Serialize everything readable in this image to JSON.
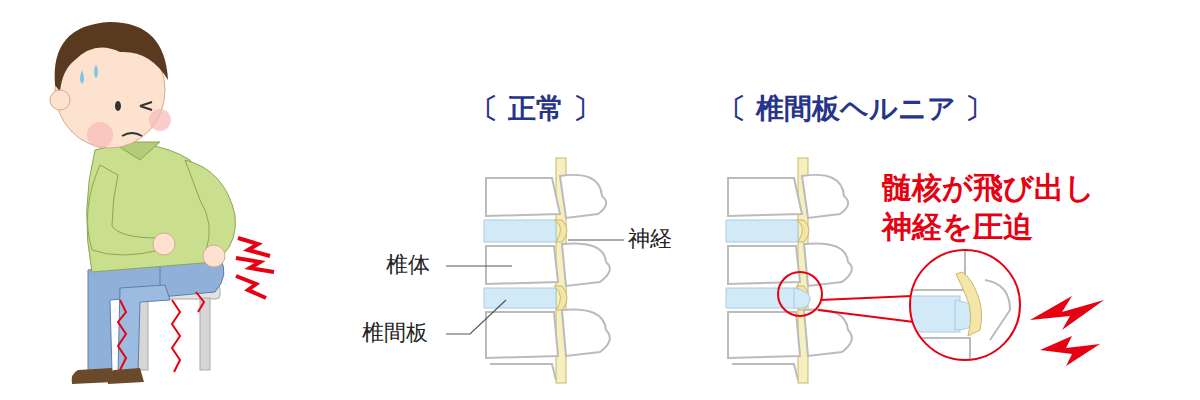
{
  "diagram": {
    "labels": [
      "〔 正常 〕",
      "〔 椎間板ヘルニア 〕",
      "神経",
      "椎体",
      "椎間板",
      "髄核が飛び出し 神経を圧迫"
    ]
  }
}
